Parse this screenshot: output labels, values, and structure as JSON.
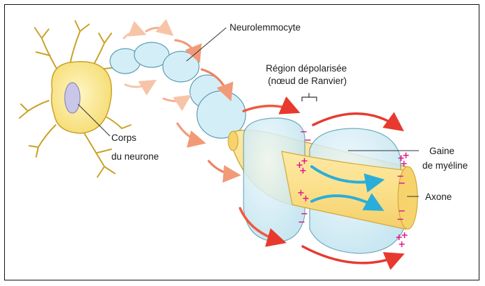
{
  "labels": {
    "neurolemmocyte": "Neurolemmocyte",
    "region_line1": "Région dépolarisée",
    "region_line2": "(nœud de Ranvier)",
    "corps_line1": "Corps",
    "corps_line2": "du neurone",
    "gaine_line1": "Gaine",
    "gaine_line2": "de myéline",
    "axone": "Axone"
  },
  "charges": {
    "plus": "+",
    "minus": "−"
  },
  "colors": {
    "cell_body": "#f7e58a",
    "cell_outline": "#c9a227",
    "nucleus": "#c9c6e8",
    "myelin": "#d4eef7",
    "myelin_outline": "#5b9db3",
    "axon": "#fbe39a",
    "current_arrow": "#2aaed9",
    "field_arrow": "#e8392e",
    "positive": "#e0188a",
    "negative": "#e0188a"
  }
}
